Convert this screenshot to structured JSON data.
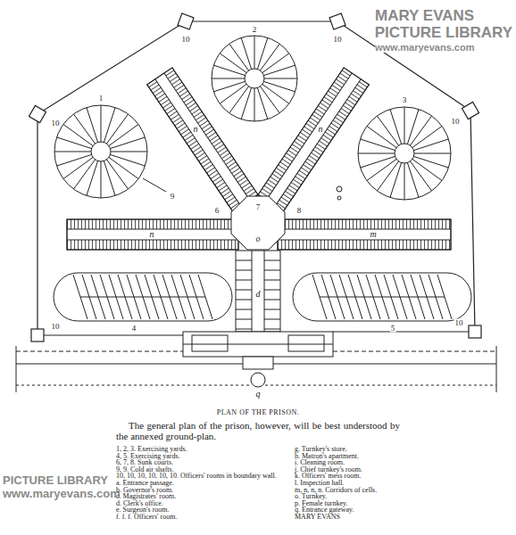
{
  "diagram": {
    "title": "PLAN OF THE PRISON.",
    "caption": "The general plan of the prison, however, will be best understood by the annexed ground-plan.",
    "labels": [
      "MARY EVANS",
      "PICTURE LIBRARY",
      "www.maryevans.com",
      "1",
      "2",
      "3",
      "9",
      "4",
      "5",
      "6",
      "7",
      "8",
      "10",
      "10",
      "10",
      "10",
      "10",
      "10",
      "n",
      "m",
      "n",
      "n",
      "d",
      "o",
      "q",
      "1, 2, 3. Exercising yards.",
      "4, 5. Exercising yards.",
      "6, 7, 8. Sunk courts.",
      "9, 9. Cold air shafts.",
      "10, 10, 10, 10, 10, 10. Officers' rooms in boundary wall.",
      "a. Entrance passage.",
      "b. Governor's room.",
      "c. Magistrates' room.",
      "d. Clerk's office.",
      "e. Surgeon's room.",
      "f. f. f. Officers' room.",
      "g. Turnkey's store.",
      "h. Matron's apartment.",
      "i. Cleaning room.",
      "j. Chief turnkey's room.",
      "k. Officers' mess room.",
      "l. Inspection hall.",
      "m, n, n, n. Corridors of cells.",
      "o. Turnkey.",
      "p. Female turnkey.",
      "q. Entrance gateway.",
      "MARY EVANS",
      "PICTURE LIBRARY",
      "www.maryevans.com"
    ]
  }
}
